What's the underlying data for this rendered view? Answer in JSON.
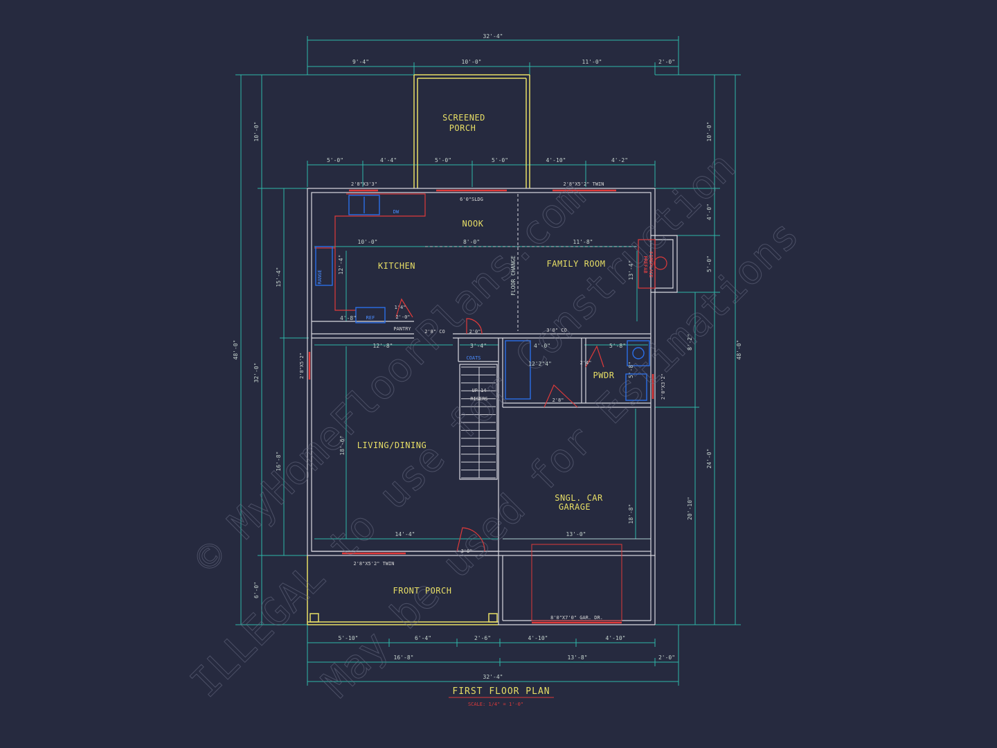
{
  "title": "FIRST FLOOR PLAN",
  "scale": "SCALE: 1/4\" = 1'-0\"",
  "watermark": {
    "line1": "© MyHomeFloorPlans.com",
    "line2": "ILLEGAL to use for Construction",
    "line3": "May be used for Estimations"
  },
  "rooms": {
    "screened_porch_1": "SCREENED",
    "screened_porch_2": "PORCH",
    "nook": "NOOK",
    "kitchen": "KITCHEN",
    "family_room": "FAMILY ROOM",
    "living_dining": "LIVING/DINING",
    "pwdr": "PWDR",
    "garage_1": "SNGL. CAR",
    "garage_2": "GARAGE",
    "front_porch": "FRONT PORCH"
  },
  "labels": {
    "range": "RANGE",
    "dw": "DW",
    "ref": "REF",
    "pantry": "PANTRY",
    "coats": "COATS",
    "stairs_1": "UP 14",
    "stairs_2": "RISERS",
    "floor_change": "FLOOR CHANGE",
    "fireplace_1": "PREFAB",
    "fireplace_2": "FIREPLACE"
  },
  "openings": {
    "win_kitchen": "2'8\"X3'3\"",
    "slider": "6'0\"SLDG",
    "win_family": "2'8\"X5'2\" TWIN",
    "win_living": "2'8\"X5'2\"",
    "win_pwdr": "2'0\"X3'2\"",
    "win_front": "2'8\"X5'2\" TWIN",
    "garage_door": "8'0\"X7'0\" GAR. DR.",
    "door_co_1": "2'8\" CO",
    "door_co_2": "3'0\" CO",
    "door_20": "2'0\"",
    "door_24": "2'4\"",
    "door_28": "2'8\"",
    "door_30": "3'0\"",
    "door_pantry_w": "1'4\"",
    "door_pantry": "2'-0\""
  },
  "dims_top": {
    "overall": "32'-4\"",
    "seg1": "9'-4\"",
    "seg2": "10'-0\"",
    "seg3": "11'-0\"",
    "seg4": "2'-0\"",
    "r2_1": "5'-0\"",
    "r2_2": "4'-4\"",
    "r2_3": "5'-0\"",
    "r2_4": "5'-0\"",
    "r2_5": "4'-10\"",
    "r2_6": "4'-2\""
  },
  "dims_bottom": {
    "b1": "5'-10\"",
    "b2": "6'-4\"",
    "b3": "2'-6\"",
    "b4": "4'-10\"",
    "b5": "4'-10\"",
    "b6": "16'-8\"",
    "b7": "13'-8\"",
    "b8": "2'-0\"",
    "overall": "32'-4\""
  },
  "dims_left": {
    "outer_overall": "48'-0\"",
    "porch_top": "10'-0\"",
    "mid": "32'-0\"",
    "porch_front": "6'-0\"",
    "kitchen_v": "15'-4\"",
    "living_v": "16'-8\""
  },
  "dims_right": {
    "outer_overall": "48'-0\"",
    "r1": "10'-0\"",
    "r2": "4'-0\"",
    "r3": "5'-0\"",
    "r4": "8'-2\"",
    "r5": "20'-10\"",
    "r6": "24'-0\""
  },
  "dims_interior": {
    "kitchen_w": "10'-0\"",
    "nook_w": "8'-0\"",
    "family_w": "11'-8\"",
    "living_w": "12'-8\"",
    "stair_w": "3'-4\"",
    "hall_w": "4'-0\"",
    "pwdr_w": "5'-8\"",
    "living_bottom": "14'-4\"",
    "garage_w": "13'-0\"",
    "kitchen_h": "12'-4\"",
    "family_h": "13'-4\"",
    "living_h": "18'-6\"",
    "garage_h": "18'-8\"",
    "pwdr_h": "5'-8\"",
    "ref_w": "4'-8\"",
    "closet": "12'2\"4\""
  }
}
